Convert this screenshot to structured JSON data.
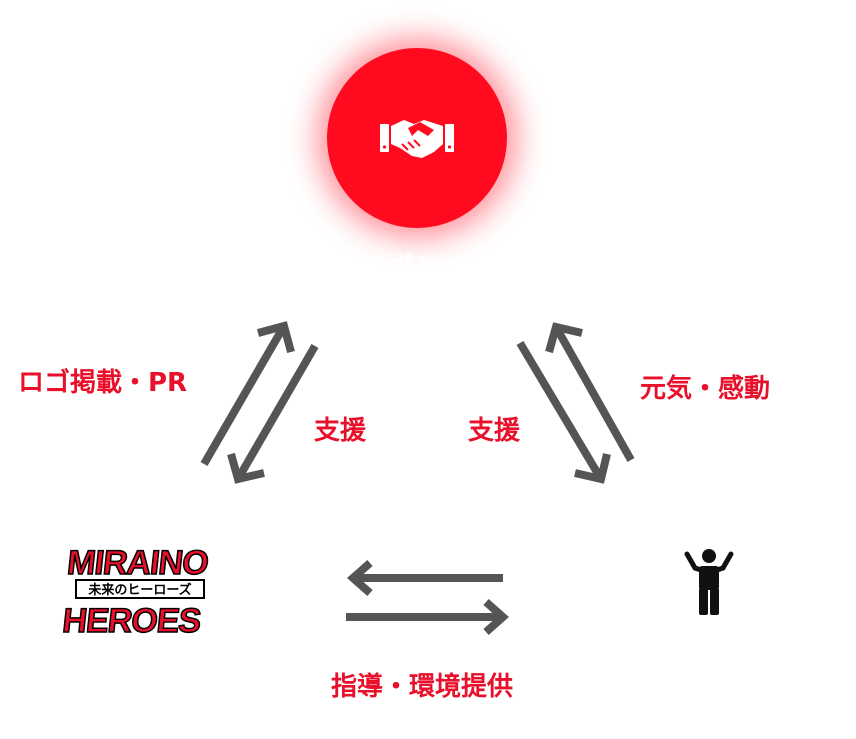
{
  "hub": {
    "icon": "handshake-icon",
    "caption": "スポンサー",
    "color": "#ff0a1e"
  },
  "labels": {
    "left_outer": "ロゴ掲載・PR",
    "left_inner": "支援",
    "right_inner": "支援",
    "right_outer": "元気・感動",
    "bottom": "指導・環境提供"
  },
  "logo": {
    "line1": "MIRAINO",
    "line2": "未来のヒーローズ",
    "line3": "HEROES"
  },
  "child": {
    "icon": "child-icon"
  },
  "colors": {
    "accent_red": "#e8102a",
    "arrow_gray": "#555555"
  }
}
